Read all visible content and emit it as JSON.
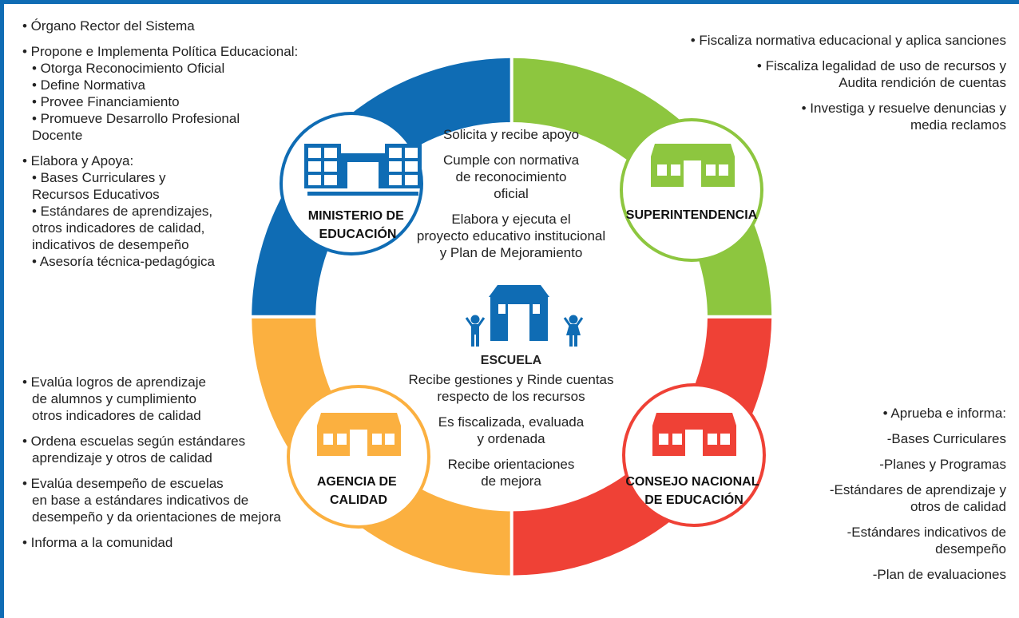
{
  "colors": {
    "ministerio": "#0f6cb4",
    "superintendencia": "#8dc63f",
    "consejo": "#ef4136",
    "agencia": "#fbb040",
    "escuela": "#0f6cb4"
  },
  "nodes": {
    "ministerio": [
      "MINISTERIO DE",
      "EDUCACIÓN"
    ],
    "superintendencia": [
      "SUPERINTENDENCIA"
    ],
    "agencia": [
      "AGENCIA DE",
      "CALIDAD"
    ],
    "consejo": [
      "CONSEJO NACIONAL",
      "DE EDUCACIÓN"
    ]
  },
  "center": {
    "upper": [
      "Solicita y recibe apoyo",
      "Cumple con normativa",
      "de reconocimiento",
      "oficial",
      "Elabora y ejecuta el",
      "proyecto educativo institucional",
      "y Plan de Mejoramiento"
    ],
    "escuela_label": "ESCUELA",
    "lower": [
      "Recibe gestiones y Rinde cuentas",
      "respecto de los recursos",
      "Es fiscalizada, evaluada",
      "y ordenada",
      "Recibe orientaciones",
      "de mejora"
    ]
  },
  "ministerio_text": [
    "• Órgano Rector del Sistema",
    "• Propone e Implementa Política Educacional:",
    "• Otorga Reconocimiento Oficial",
    "• Define Normativa",
    "• Provee Financiamiento",
    "• Promueve Desarrollo Profesional",
    "Docente",
    "• Elabora y Apoya:",
    "• Bases Curriculares y",
    "Recursos Educativos",
    "• Estándares de aprendizajes,",
    "otros indicadores de calidad,",
    "indicativos de desempeño",
    "• Asesoría técnica-pedagógica"
  ],
  "superintendencia_text": [
    "• Fiscaliza normativa educacional y aplica sanciones",
    "• Fiscaliza legalidad de uso de recursos y",
    "Audita rendición de cuentas",
    "• Investiga y resuelve denuncias y",
    "media reclamos"
  ],
  "agencia_text": [
    "• Evalúa logros de aprendizaje",
    "de alumnos y cumplimiento",
    "otros indicadores de calidad",
    "• Ordena escuelas según estándares",
    "aprendizaje y otros de calidad",
    "• Evalúa desempeño de escuelas",
    "en base a estándares indicativos de",
    "desempeño y da orientaciones de mejora",
    "• Informa a la comunidad"
  ],
  "consejo_text": [
    "• Aprueba e informa:",
    "-Bases Curriculares",
    "-Planes y Programas",
    "-Estándares de aprendizaje y",
    "otros de calidad",
    "-Estándares indicativos de",
    "desempeño",
    "-Plan de evaluaciones"
  ]
}
